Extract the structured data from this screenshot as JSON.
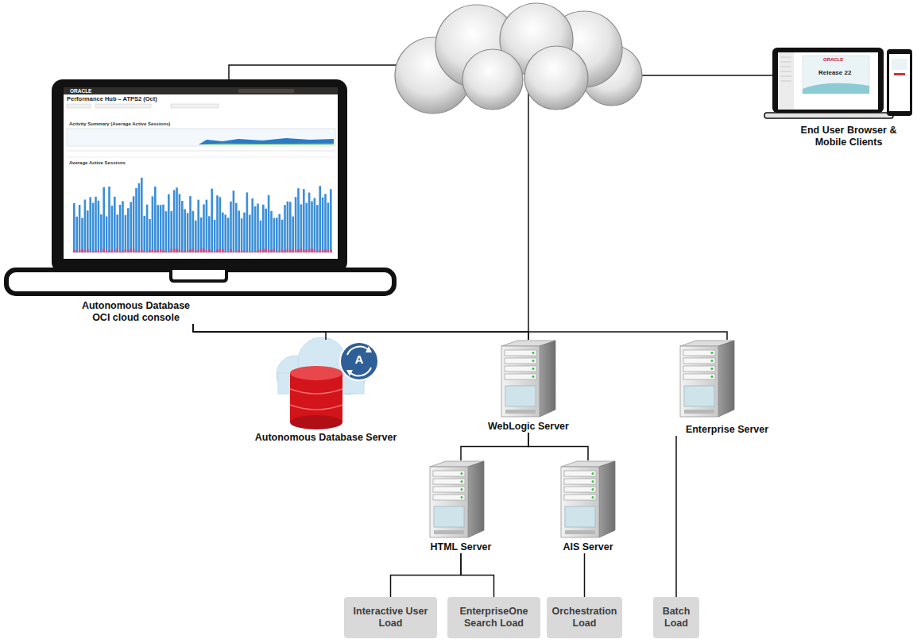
{
  "diagram": {
    "nodes": [
      {
        "text": [
          "Autonomous Database OCI cloud console"
        ]
      },
      {
        "text": [
          "End User Browser & Mobile Clients"
        ]
      },
      {
        "text": [
          "Autonomous Database Server"
        ]
      },
      {
        "text": [
          "WebLogic Server"
        ]
      },
      {
        "text": [
          "Enterprise Server"
        ]
      },
      {
        "text": [
          "HTML Server"
        ]
      },
      {
        "text": [
          "AIS Server"
        ]
      },
      {
        "text": [
          "Interactive User Load"
        ]
      },
      {
        "text": [
          "EnterpriseOne Search Load"
        ]
      },
      {
        "text": [
          "Orchestration Load"
        ]
      },
      {
        "text": [
          "Batch Load"
        ]
      }
    ],
    "edges": [
      {
        "from": 0,
        "to": 2,
        "arrow": "none"
      },
      {
        "from": 0,
        "to": 3,
        "arrow": "none"
      },
      {
        "from": 0,
        "to": 4,
        "arrow": "none"
      },
      {
        "from": 3,
        "to": 5,
        "arrow": "none"
      },
      {
        "from": 3,
        "to": 6,
        "arrow": "none"
      },
      {
        "from": 5,
        "to": 7,
        "arrow": "none"
      },
      {
        "from": 5,
        "to": 8,
        "arrow": "none"
      },
      {
        "from": 6,
        "to": 9,
        "arrow": "none"
      },
      {
        "from": 4,
        "to": 10,
        "arrow": "none"
      }
    ],
    "labels": [
      "ORACLE",
      "Performance Hub – ATPS2 (Oct)",
      "Activity Summary (Average Active Sessions)",
      "Average Active Sessions",
      "ORACLE",
      "Release 22",
      "A"
    ]
  }
}
